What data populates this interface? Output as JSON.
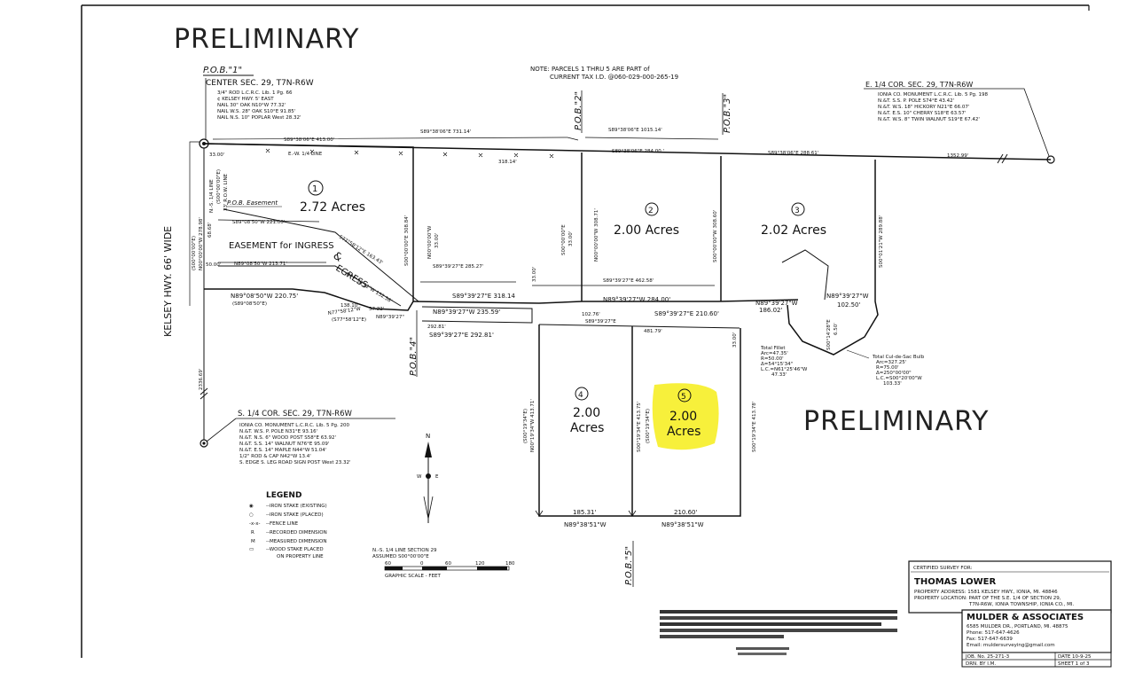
{
  "preliminary": "PRELIMINARY",
  "note": [
    "NOTE: PARCELS 1 THRU 5 ARE PART of",
    "CURRENT TAX I.D. @060-029-000-265-19"
  ],
  "pob": {
    "p1": "P.O.B.\"1\"",
    "p2": "P.O.B.\"2\"",
    "p3": "P.O.B.\"3\"",
    "p4": "P.O.B.\"4\"",
    "p5": "P.O.B.\"5\""
  },
  "center_sec": {
    "title": "CENTER SEC. 29, T7N-R6W",
    "lines": [
      "3/4\" ROD L.C.R.C. Lib. 1 Pg. 66",
      "¢ KELSEY HWY. 5' EAST",
      "NAIL 30\" OAK N10°W 77.32'",
      "NAIL W.S. 28\" OAK S10°E 91.85'",
      "NAIL N.S. 10\" POPLAR West 28.32'"
    ]
  },
  "east_cor": {
    "title": "E. 1/4 COR. SEC. 29, T7N-R6W",
    "lines": [
      "IONIA CO. MONUMENT L.C.R.C. Lib. 5 Pg. 198",
      "N.&T. S.S. P. POLE S74°E 43.42'",
      "N.&T. W.S. 18\" HICKORY N21°E 66.07'",
      "N.&T. E.S. 10\" CHERRY S18°E 63.57'",
      "N.&T. W.S. 8\" TWIN WALNUT S19°E 67.42'"
    ]
  },
  "south_cor": {
    "title": "S. 1/4 COR. SEC. 29, T7N-R6W",
    "lines": [
      "IONIA CO. MONUMENT L.C.R.C. Lib. 5 Pg. 200",
      "N.&T. W.S. P. POLE N31°E 93.16'",
      "N.&T. N.S. 6\" WOOD POST S58°E 63.92'",
      "N.&T. S.S. 14\" WALNUT N76°E 95.09'",
      "N.&T. E.S. 14\" MAPLE N44°W 51.04'",
      "1/2\" ROD & CAP N42°W 13.4'",
      "S. EDGE S. LEG ROAD SIGN POST West 23.32'"
    ]
  },
  "parcels": [
    {
      "num": "1",
      "acres": "2.72 Acres"
    },
    {
      "num": "2",
      "acres": "2.00 Acres"
    },
    {
      "num": "3",
      "acres": "2.02 Acres"
    },
    {
      "num": "4",
      "acres_a": "2.00",
      "acres_b": "Acres"
    },
    {
      "num": "5",
      "acres_a": "2.00",
      "acres_b": "Acres"
    }
  ],
  "highway": "KELSEY HWY. 66' WIDE",
  "easement": {
    "title": "EASEMENT for INGRESS",
    "amp": "&",
    "egress": "EGRESS",
    "pob": "P.O.B. Easement"
  },
  "ew_line": "E.-W. 1/4 LINE",
  "ns_line": [
    "N.-S. 1/4 LINE SECTION 29",
    "ASSUMED S00°00'00\"E"
  ],
  "dims": {
    "top1": "S89°38'06\"E  413.00'",
    "top2": "S89°38'06\"E  731.14'",
    "top3": "S89°38'06\"E  1015.14'",
    "top4": "S89°38'06\"E  284.00 '",
    "top5": "S89°38'06\"E  288.61'",
    "top6": "1352.99'",
    "d318": "318.14'",
    "w1": "N00°00'00\"W 278.98'",
    "w1b": "(S00°00'00\"E)",
    "p1e": "S00°00'00\"E 308.84'",
    "p1e2": "N00°00'00\"W",
    "p1e3": "33.00'",
    "p2w": "N00°00'00\"W 308.71'",
    "p2w2": "S00°00'00\"E",
    "p2w3": "33.00'",
    "p2e": "S00°00'00\"W 308.60'",
    "p3e": "S00°01'21\"W 289.88'",
    "n8950": "N89°08'50\"W  220.75'",
    "n8950b": "(S89°08'50\"E)",
    "s8950": "S89°08'50\"W 221.00'",
    "s8950b": "N89°08'50\"W 213.71'",
    "n7758": "N77°58'12\"W",
    "d138": "138.10'",
    "d138b": "(S77°58'12\"E)",
    "n8927": "N89°39'27\"",
    "d5722": "57.22'",
    "s8927a": "S89°39'27\"E  318.14",
    "s8927b": "N89°39'27\"W  235.59'",
    "s8927c": "S89°39'27\"E  292.81'",
    "s8927d": "S89°39'27\"E  285.27'",
    "n8927e": "N89°39'27\"W  284.00'",
    "d102": "102.76'",
    "s8927f": "S89°39'27\"E",
    "s8927g": "S89°39'27\"E  210.60'",
    "n8927h": "N89°39'27\"W",
    "d186": "186.02'",
    "n8927i": "N89°39'27\"W",
    "d1025": "102.50'",
    "s0014": "S00°14'28\"E",
    "d650": "6.50'",
    "d462": "S89°39'27\"E  462.58'",
    "p4w": "N00°19'34\"W  413.71'",
    "p4w2": "(S00°19'34\"E)",
    "p5w": "S00°19'34\"E  413.75'",
    "p5w2": "(S00°19'34\"E)",
    "p5e": "S00°19'34\"E  413.78'",
    "d18531": "185.31'",
    "d21060": "210.60'",
    "n8951a": "N89°38'51\"W",
    "n8951b": "N89°38'51\"W",
    "d2336": "2336.69'",
    "d330": "33.00'",
    "d330b": "33.00'",
    "d330c": "33.00'",
    "d6868": "68.68'",
    "d4815": "481.79'",
    "d2928": "292.81'",
    "row1": "N.-S. 1/4 LINE",
    "row2": "33' R.O.W. LINE",
    "row3": "(S00°00'00\"E)",
    "row4": "S89°08'50\"E 221.00'",
    "ns28": "N00°00'00\"W 278.98'"
  },
  "curve_notes": [
    "Total Fillet",
    "Arc=47.35'",
    "R=50.00'",
    "Δ=54°15'34\"",
    "L.C.=N61°25'46\"W",
    "47.33'",
    "Total Cul-de-Sac Bulb",
    "Arc=327.25'",
    "R=75.00'",
    "Δ=250°00'00\"",
    "L.C.=S00°20'00\"W",
    "103.33'"
  ],
  "legend": {
    "title": "LEGEND",
    "items": [
      "--IRON STAKE (EXISTING)",
      "--IRON STAKE (PLACED)",
      "--FENCE LINE",
      "--RECORDED DIMENSION",
      "--MEASURED DIMENSION",
      "--WOOD STAKE PLACED",
      "ON PROPERTY LINE"
    ],
    "symbols": [
      "◉",
      "○",
      "-x-x-",
      "R",
      "M",
      "▭"
    ]
  },
  "scale": {
    "ticks": [
      "60",
      "0",
      "60",
      "120",
      "180"
    ],
    "label": "GRAPHIC SCALE - FEET"
  },
  "compass": {
    "n": "N",
    "w": "W",
    "e": "E"
  },
  "cert": {
    "heading": "CERTIFIED SURVEY FOR:",
    "name": "THOMAS LOWER",
    "address": "PROPERTY ADDRESS: 1581 KELSEY HWY., IONIA, MI. 48846",
    "location": "PROPERTY LOCATION: PART OF THE S.E. 1/4 OF SECTION 29,",
    "location2": "T7N-R6W, IONIA TOWNSHIP, IONIA CO., MI.",
    "firm": "MULDER & ASSOCIATES",
    "firm_addr": "6585 MULDER DR., PORTLAND, MI. 48875",
    "phone": "Phone: 517-647-4626",
    "fax": "Fax: 517-647-6639",
    "email": "Email: muldersurveying@gmail.com",
    "job": "JOB. No. 25-271-3",
    "date": "DATE 10-9-25",
    "drn": "DRN. BY  I.M.",
    "sheet": "SHEET 1 of 3"
  },
  "colors": {
    "highlight": "#f6ef2a",
    "ink": "#111111"
  }
}
